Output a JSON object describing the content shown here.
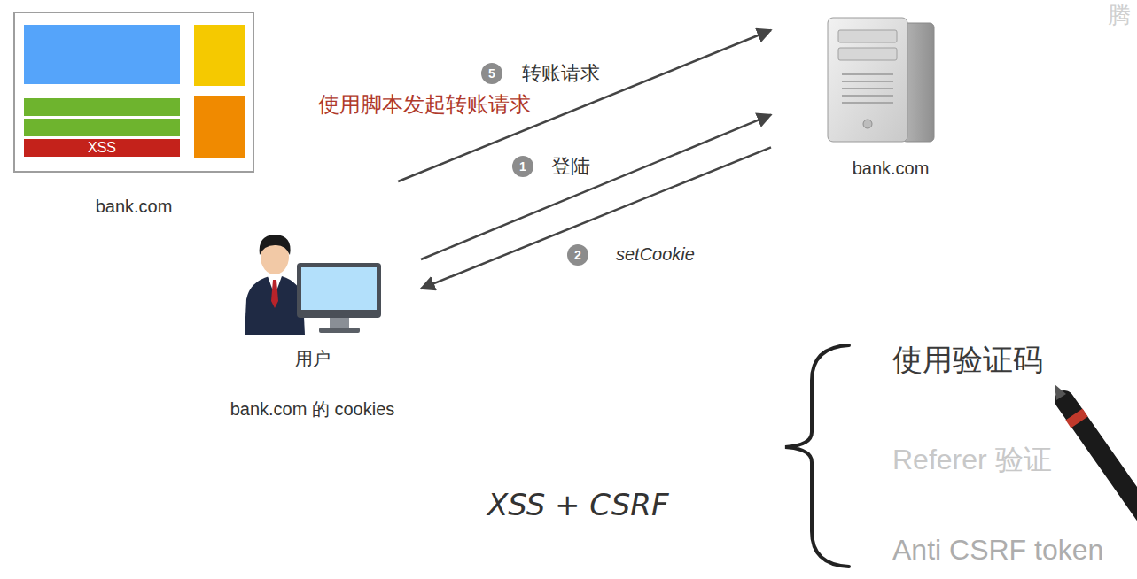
{
  "diagram": {
    "nodes": [
      {
        "text": [
          "bank.com"
        ]
      },
      {
        "text": [
          "XSS"
        ],
        "in": 0
      },
      {
        "text": [
          "用户",
          "bank.com 的 cookies"
        ]
      },
      {
        "text": [
          "bank.com"
        ]
      }
    ],
    "edges": [
      {
        "from": 2,
        "to": 3,
        "label": "转账请求",
        "arrow": "to"
      },
      {
        "from": 2,
        "to": 3,
        "label": "登陆",
        "arrow": "to"
      },
      {
        "from": 3,
        "to": 2,
        "label": "setCookie",
        "arrow": "to"
      }
    ],
    "labels": [
      "5",
      "使用脚本发起转账请求",
      "1",
      "2",
      "XSS + CSRF",
      "使用验证码",
      "Referer 验证",
      "Anti CSRF token",
      "腾"
    ]
  }
}
